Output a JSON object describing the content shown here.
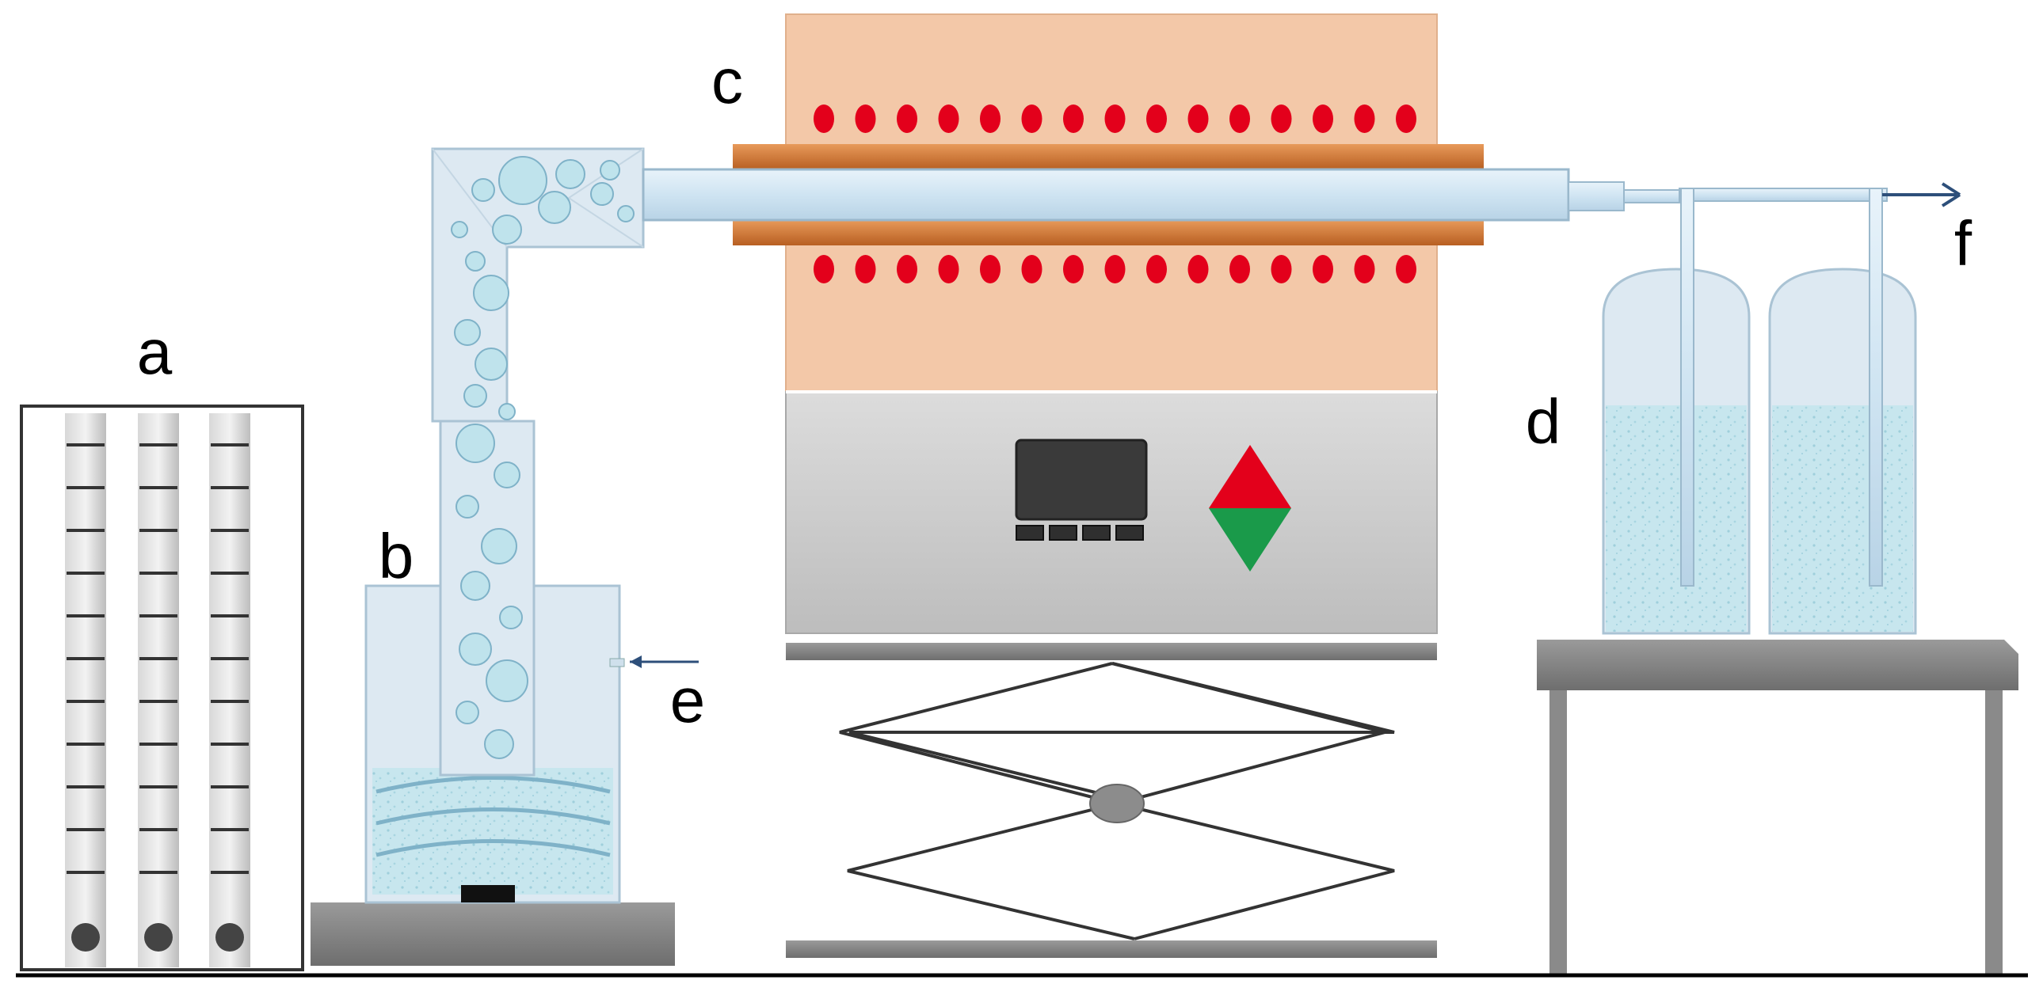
{
  "labels": {
    "a": "a",
    "b": "b",
    "c": "c",
    "d": "d",
    "e": "e",
    "f": "f"
  },
  "colors": {
    "furnace_body": "#f3c8a8",
    "heater_band": "#d37a3a",
    "heating_dot": "#e3001b",
    "control_panel": "#cfcfcf",
    "liquid": "#bfe3ec",
    "glass": "#d7e8f3",
    "arrow_up": "#e3001b",
    "arrow_down": "#1a9a4a"
  },
  "icons": {
    "display": "digital-display-icon",
    "up_down": "up-down-arrows-icon"
  }
}
